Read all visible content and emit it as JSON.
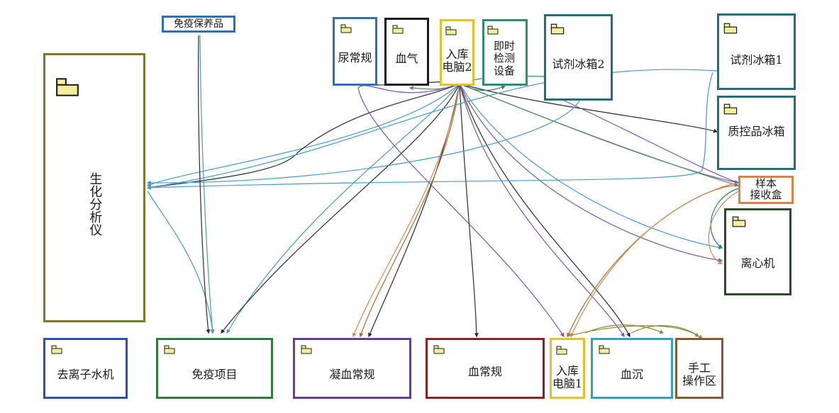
{
  "nodes": {
    "biochem": {
      "label": "生化分析仪",
      "color": "#7c7a1e"
    },
    "immune_storage": {
      "label": "免疫保养品",
      "color": "#2f6fb3"
    },
    "urine": {
      "label": "尿常规",
      "color": "#2f6fb3"
    },
    "blood_gas": {
      "label": "血气",
      "color": "#1a1a1a"
    },
    "pc2": {
      "label": "入库\n电脑2",
      "color": "#e5c027"
    },
    "poct": {
      "label": "即时\n检测\n设备",
      "color": "#2a9170"
    },
    "fridge2": {
      "label": "试剂冰箱2",
      "color": "#236e7d"
    },
    "fridge1": {
      "label": "试剂冰箱1",
      "color": "#236e7d"
    },
    "qc_fridge": {
      "label": "质控品冰箱",
      "color": "#236e7d"
    },
    "sample_box": {
      "label": "样本\n接收盒",
      "color": "#e08040"
    },
    "centrifuge": {
      "label": "离心机",
      "color": "#2f4a2e"
    },
    "deionizer": {
      "label": "去离子水机",
      "color": "#2c4fb4"
    },
    "immune": {
      "label": "免疫项目",
      "color": "#2e7d3a"
    },
    "coag": {
      "label": "凝血常规",
      "color": "#6b3a99"
    },
    "cbc": {
      "label": "血常规",
      "color": "#8e2020"
    },
    "pc1": {
      "label": "入库\n电脑1",
      "color": "#e5c027"
    },
    "esr": {
      "label": "血沉",
      "color": "#2ea1c9"
    },
    "manual": {
      "label": "手工\n操作区",
      "color": "#8b5a2b"
    }
  },
  "icon": {
    "name": "package-icon",
    "fill": "#f2ee9a",
    "stroke": "#222222"
  },
  "edge_colors": {
    "blue": "#4a98c4",
    "dark": "#2b2b2b",
    "green": "#4f8f5a",
    "purple": "#7a55a8",
    "orange": "#d08a52",
    "brown": "#b8682e",
    "teal": "#2d7b84",
    "olive": "#8a8a3a"
  }
}
